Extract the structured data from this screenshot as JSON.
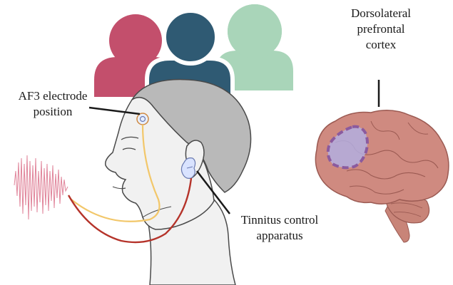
{
  "labels": {
    "electrode": {
      "line1": "AF3 electrode",
      "line2": "position"
    },
    "region": {
      "line1": "Dorsolateral",
      "line2": "prefrontal",
      "line3": "cortex"
    },
    "device": {
      "line1": "Tinnitus control",
      "line2": "apparatus"
    }
  },
  "colors": {
    "person_left": "#c34f6c",
    "person_middle": "#2f5a73",
    "person_right": "#a9d5b9",
    "skin": "#f1f1f1",
    "hair": "#b9b9b9",
    "outline": "#4a4a4a",
    "yellow_wire": "#f2c76a",
    "red_wire": "#b5332a",
    "eeg_wave": "#e0849a",
    "brain": "#cf8a80",
    "brain_dark": "#b56e66",
    "cerebellum": "#c88478",
    "dlpfc_fill": "#b3aee0",
    "dlpfc_border": "#8b5a9e",
    "electrode_fill": "#e8efff",
    "earpiece_fill": "#d9e3ff"
  }
}
